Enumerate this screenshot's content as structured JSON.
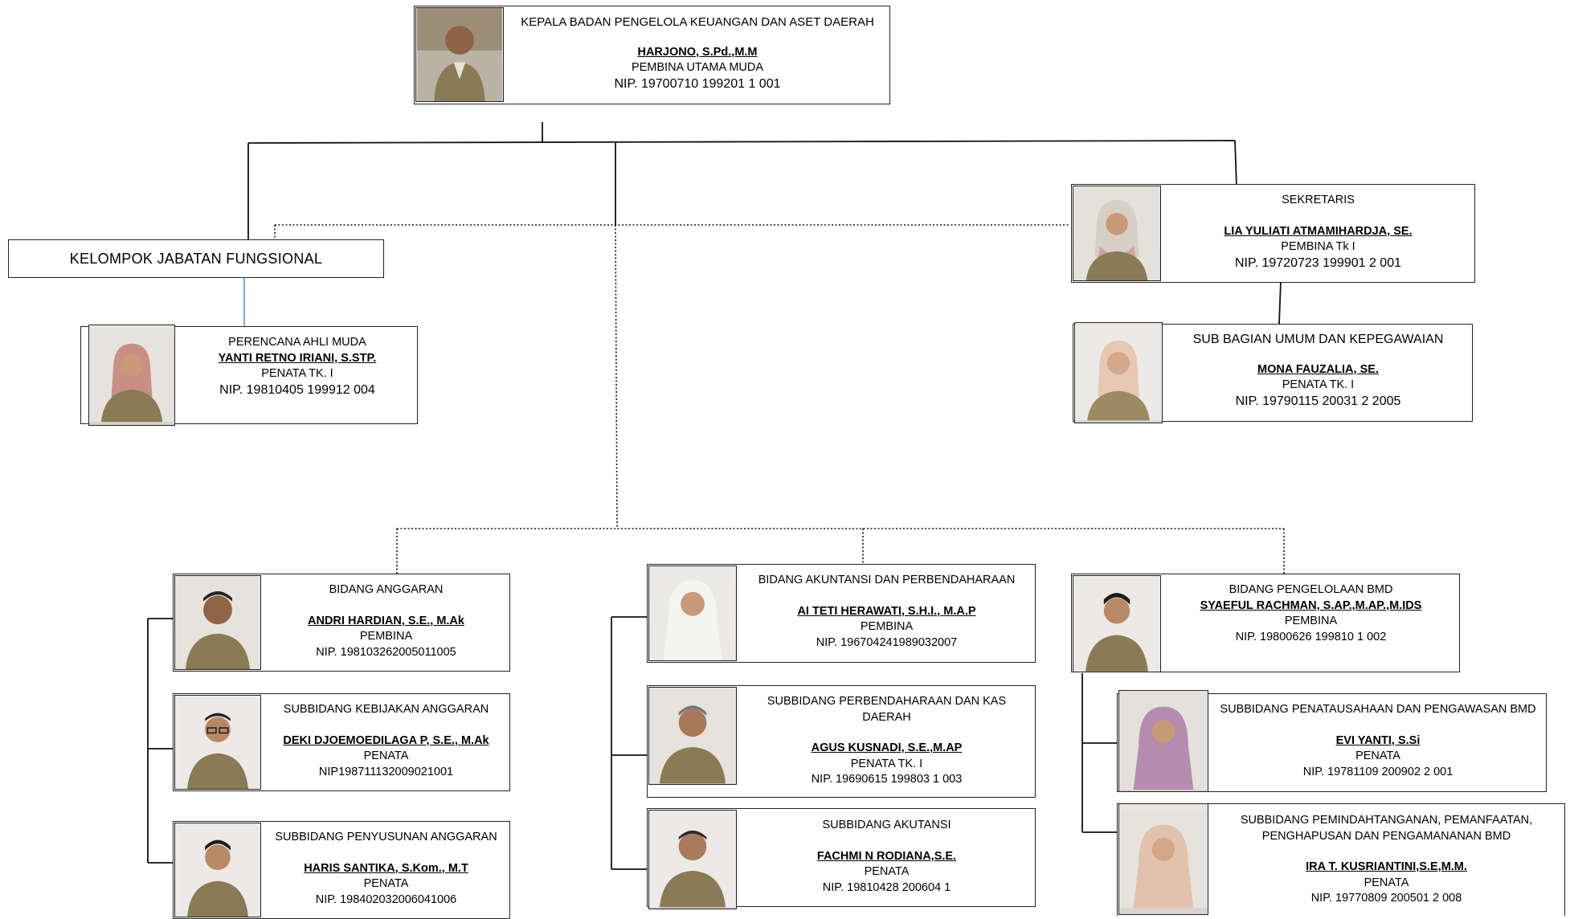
{
  "head": {
    "position": "KEPALA BADAN PENGELOLA KEUANGAN DAN ASET DAERAH",
    "name": "HARJONO, S.Pd.,M.M",
    "rank": "PEMBINA UTAMA MUDA",
    "nip": "NIP. 19700710 199201 1 001"
  },
  "kelompok_jabatan_fungsional": "KELOMPOK JABATAN FUNGSIONAL",
  "perencana": {
    "position": "PERENCANA AHLI MUDA",
    "name": "YANTI RETNO IRIANI, S.STP.",
    "rank": "PENATA TK. I",
    "nip": "NIP. 19810405 199912  004"
  },
  "sekretaris": {
    "position": "SEKRETARIS",
    "name": "LIA YULIATI ATMAMIHARDJA, SE.",
    "rank": "PEMBINA Tk I",
    "nip": "NIP. 19720723 199901 2 001"
  },
  "subbag_umum": {
    "position": "SUB BAGIAN UMUM DAN KEPEGAWAIAN",
    "name": "MONA FAUZALIA, SE.",
    "rank": "PENATA TK. I",
    "nip": "NIP. 19790115 20031 2 2005"
  },
  "bidang_anggaran": {
    "position": "BIDANG ANGGARAN",
    "name": "ANDRI HARDIAN, S.E., M.Ak",
    "rank": "PEMBINA",
    "nip": "NIP. 198103262005011005"
  },
  "subbidang_kebijakan": {
    "position": "SUBBIDANG KEBIJAKAN ANGGARAN",
    "name": "DEKI DJOEMOEDILAGA P, S.E., M.Ak",
    "rank": "PENATA",
    "nip": "NIP198711132009021001"
  },
  "subbidang_penyusunan": {
    "position": "SUBBIDANG PENYUSUNAN ANGGARAN",
    "name": "HARIS SANTIKA, S.Kom., M.T",
    "rank": "PENATA",
    "nip": "NIP. 198402032006041006"
  },
  "bidang_akuntansi": {
    "position": "BIDANG AKUNTANSI DAN PERBENDAHARAAN",
    "name": "AI TETI HERAWATI, S.H.I., M.A.P",
    "rank": "PEMBINA",
    "nip": "NIP. 196704241989032007"
  },
  "subbidang_perbendaharaan": {
    "position_line1": "SUBBIDANG PERBENDAHARAAN DAN KAS",
    "position_line2": "DAERAH",
    "name": "AGUS KUSNADI, S.E.,M.AP",
    "rank": "PENATA TK. I",
    "nip": "NIP. 19690615 199803 1 003"
  },
  "subbidang_akutansi": {
    "position": "SUBBIDANG AKUTANSI",
    "name": "FACHMI N RODIANA,S.E.",
    "rank": "PENATA",
    "nip": "NIP. 19810428 200604 1"
  },
  "bidang_bmd": {
    "position": "BIDANG PENGELOLAAN BMD",
    "name": "SYAEFUL RACHMAN, S.AP.,M.AP.,M.IDS",
    "rank": "PEMBINA",
    "nip": "NIP. 19800626 199810 1 002"
  },
  "subbidang_penatausahaan": {
    "position": "SUBBIDANG PENATAUSAHAAN DAN PENGAWASAN BMD",
    "name": "EVI YANTI, S.Si",
    "rank": "PENATA",
    "nip": "NIP. 19781109 200902 2 001"
  },
  "subbidang_pemindahtanganan": {
    "position_line1": "SUBBIDANG PEMINDAHTANGANAN, PEMANFAATAN,",
    "position_line2": "PENGHAPUSAN DAN PENGAMANANAN BMD",
    "name": "IRA T. KUSRIANTINI,S.E,M.M.",
    "rank": "PENATA",
    "nip": "NIP. 19770809 200501 2 008"
  },
  "colors": {
    "line": "#111111",
    "fungsional_link": "#4a7fc1",
    "uniform": "#8a7a55",
    "skin": "#c99a78"
  }
}
